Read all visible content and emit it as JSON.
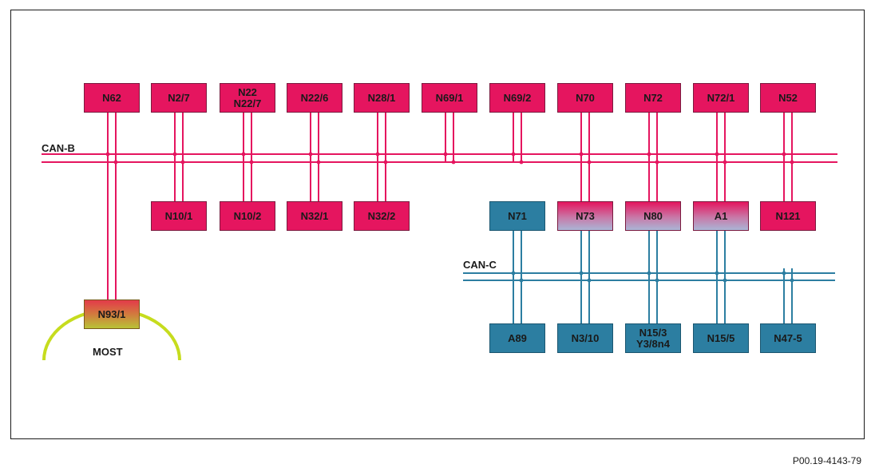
{
  "colors": {
    "can_b": "#e5155f",
    "can_c": "#2c7ea1",
    "most_ring": "#c6dc1e",
    "node_pink": "#e5155f",
    "node_blue": "#2c7ea1"
  },
  "buses": {
    "can_b_label": "CAN-B",
    "can_c_label": "CAN-C",
    "most_label": "MOST"
  },
  "can_b_top_nodes": [
    "N62",
    "N2/7",
    "N22\nN22/7",
    "N22/6",
    "N28/1",
    "N69/1",
    "N69/2",
    "N70",
    "N72",
    "N72/1",
    "N52"
  ],
  "can_b_bottom_nodes": [
    "N10/1",
    "N10/2",
    "N32/1",
    "N32/2",
    "N121"
  ],
  "gateway_nodes": [
    "N73",
    "N80",
    "A1"
  ],
  "can_c_top_nodes": [
    "N71"
  ],
  "can_c_bottom_nodes": [
    "A89",
    "N3/10",
    "N15/3\nY3/8n4",
    "N15/5",
    "N47-5"
  ],
  "most_node": "N93/1",
  "reference": "P00.19-4143-79"
}
